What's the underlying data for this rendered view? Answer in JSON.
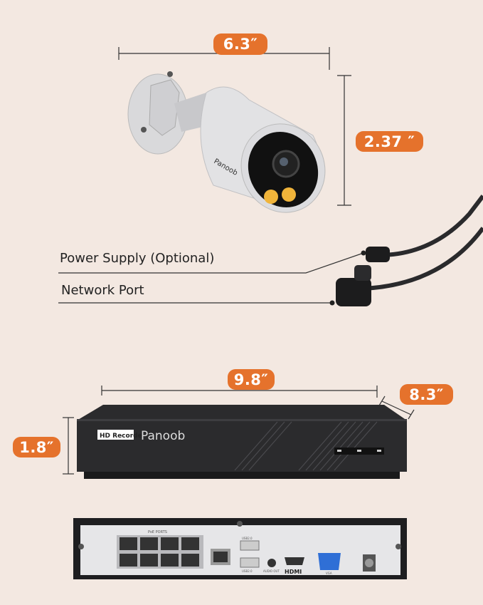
{
  "dimensions": {
    "camera_width": "6.3″",
    "camera_height": "2.37 ″",
    "nvr_width": "9.8″",
    "nvr_depth": "8.3″",
    "nvr_height": "1.8″"
  },
  "callouts": {
    "power_supply": "Power Supply (Optional)",
    "network_port": "Network Port"
  },
  "branding": {
    "brand": "Panoob",
    "nvr_badge": "HD Recorder"
  },
  "rear_panel_labels": {
    "poe": "PoE PORTS",
    "usb": "USB2.0",
    "audio": "AUDIO OUT",
    "hdmi": "HDMI",
    "vga": "VGA"
  },
  "colors": {
    "background": "#f3e8e1",
    "accent": "#e5722c",
    "nvr_body": "#2b2b2d"
  }
}
